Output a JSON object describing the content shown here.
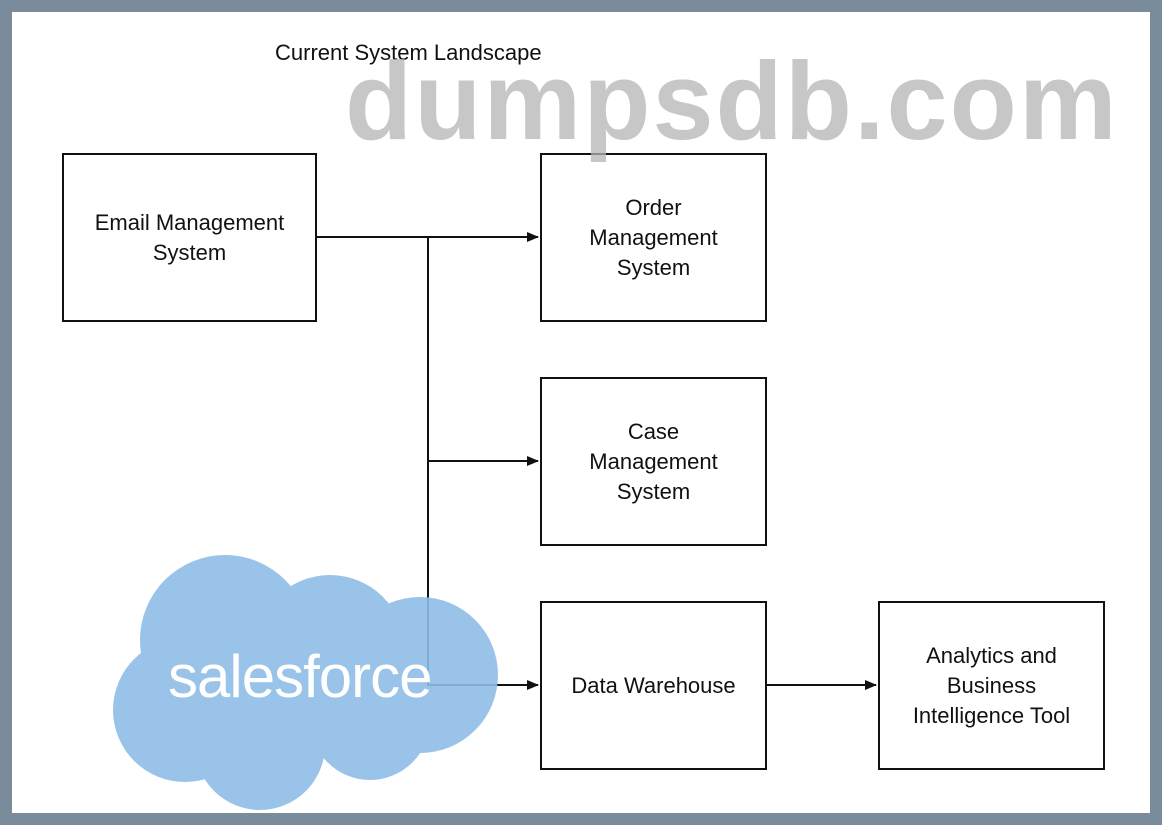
{
  "title": "Current System Landscape",
  "boxes": {
    "email": "Email Management\nSystem",
    "order": "Order\nManagement\nSystem",
    "case": "Case\nManagement\nSystem",
    "warehouse": "Data Warehouse",
    "analytics": "Analytics and\nBusiness\nIntelligence Tool"
  },
  "watermark": "dumpsdb.com",
  "logo": "salesforce",
  "colors": {
    "frame": "#7a8b9b",
    "cloud": "#8fbde6"
  }
}
